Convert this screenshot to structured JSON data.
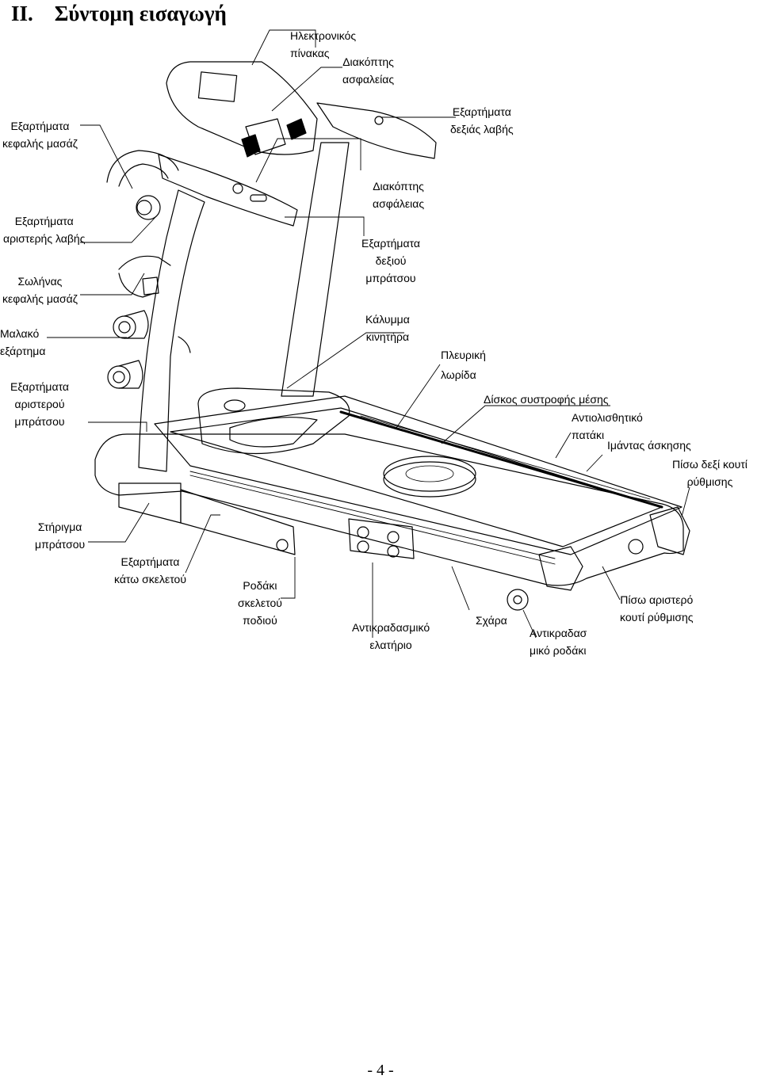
{
  "heading": {
    "number": "II.",
    "title": "Σύντομη εισαγωγή"
  },
  "labels": {
    "console": [
      "Ηλεκτρονικός",
      "πίνακας"
    ],
    "safety_switch_top": [
      "Διακόπτης",
      "ασφαλείας"
    ],
    "right_grip_parts": [
      "Εξαρτήματα",
      "δεξιάς λαβής"
    ],
    "massage_head_parts": [
      "Εξαρτήματα",
      "κεφαλής μασάζ"
    ],
    "safety_switch_mid": [
      "Διακόπτης",
      "ασφάλειας"
    ],
    "left_grip_parts": [
      "Εξαρτήματα",
      "αριστερής λαβής"
    ],
    "right_arm_parts": [
      "Εξαρτήματα",
      "δεξιού",
      "μπράτσου"
    ],
    "massage_head_tube": [
      "Σωλήνας",
      "κεφαλής μασάζ"
    ],
    "motor_cover": [
      "Κάλυμμα",
      "κινητήρα"
    ],
    "soft_attachment": [
      "Μαλακό",
      "εξάρτημα"
    ],
    "side_rail": [
      "Πλευρική",
      "λωρίδα"
    ],
    "left_arm_parts": [
      "Εξαρτήματα",
      "αριστερού",
      "μπράτσου"
    ],
    "twister_disc": [
      "Δίσκος συστροφής μέσης"
    ],
    "antislip_pad": [
      "Αντιολισθητικό",
      "πατάκι"
    ],
    "running_belt": [
      "Ιμάντας άσκησης"
    ],
    "rear_right_box": [
      "Πίσω δεξί κουτί",
      "ρύθμισης"
    ],
    "arm_support": [
      "Στήριγμα",
      "μπράτσου"
    ],
    "lower_frame_parts": [
      "Εξαρτήματα",
      "κάτω σκελετού"
    ],
    "frame_wheel": [
      "Ροδάκι",
      "σκελετού",
      "ποδιού"
    ],
    "rear_left_box": [
      "Πίσω αριστερό",
      "κουτί ρύθμισης"
    ],
    "grid": [
      "Σχάρα"
    ],
    "shock_spring": [
      "Αντικραδασμικό",
      "ελατήριο"
    ],
    "shock_wheel": [
      "Αντικραδασ",
      "μικό ροδάκι"
    ]
  },
  "page_number": "- 4 -"
}
